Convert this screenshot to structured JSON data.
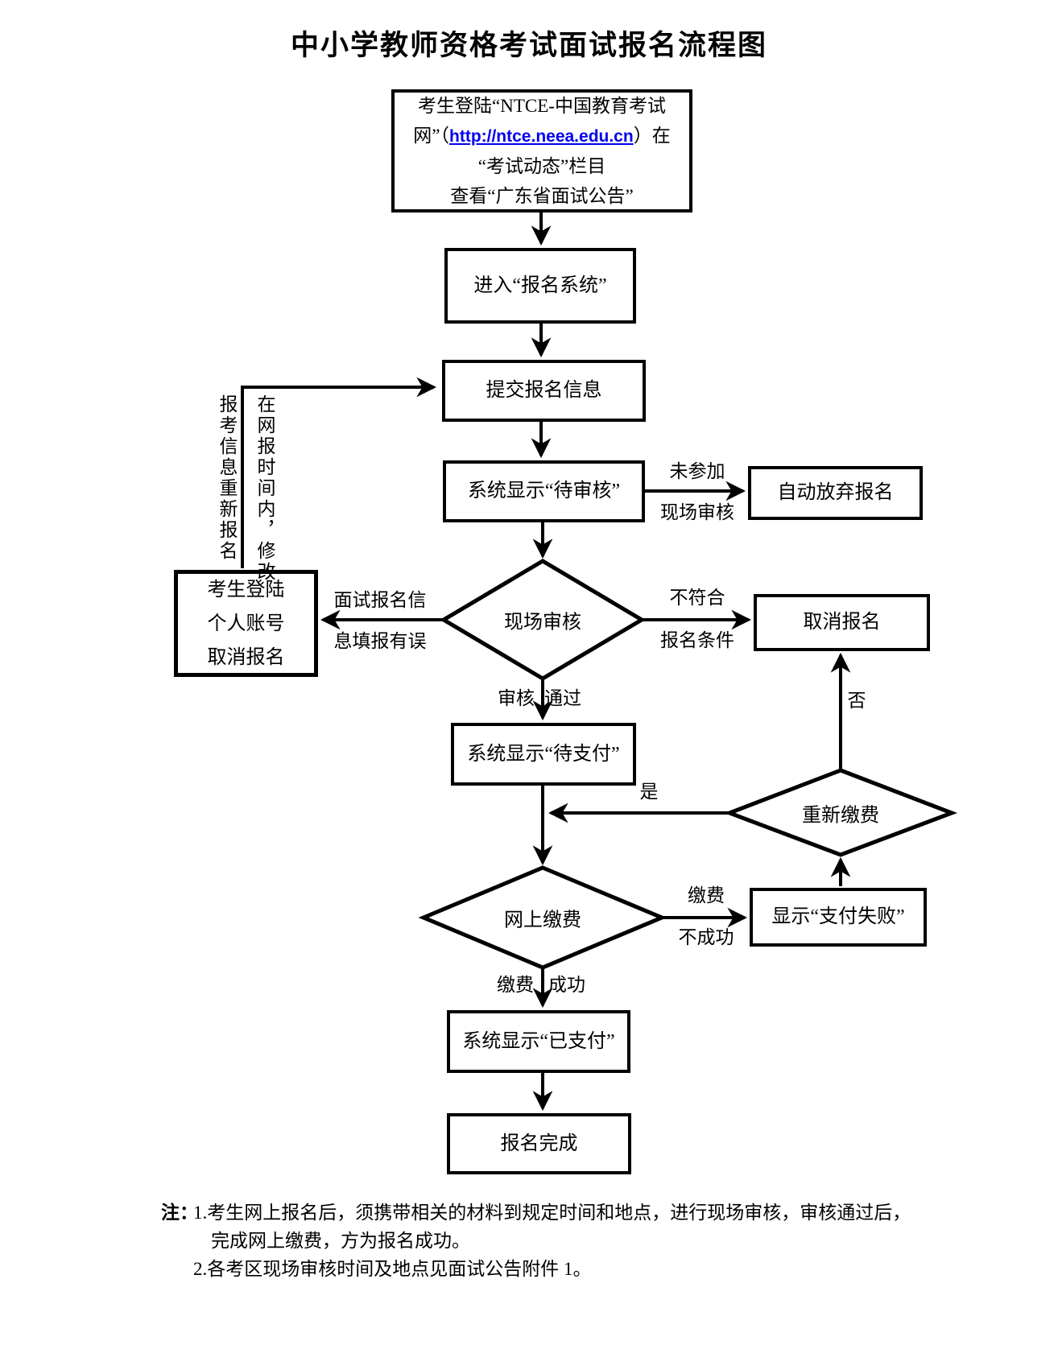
{
  "title": "中小学教师资格考试面试报名流程图",
  "nodes": {
    "start": {
      "line1": "考生登陆“NTCE-中国教育考试",
      "line2_prefix": "网”（",
      "link": "http://ntce.neea.edu.cn",
      "line2_suffix": "）在",
      "line3": "“考试动态”栏目",
      "line4": "查看“广东省面试公告”"
    },
    "enter_system": "进入“报名系统”",
    "submit_info": "提交报名信息",
    "pending_review": "系统显示“待审核”",
    "auto_abandon": "自动放弃报名",
    "onsite_review": "现场审核",
    "login_cancel": {
      "line1": "考生登陆",
      "line2": "个人账号",
      "line3": "取消报名"
    },
    "cancel": "取消报名",
    "pending_pay": "系统显示“待支付”",
    "repay": "重新缴费",
    "online_pay": "网上缴费",
    "pay_fail": "显示“支付失败”",
    "paid": "系统显示“已支付”",
    "done": "报名完成"
  },
  "edge_labels": {
    "no_onsite_1": "未参加",
    "no_onsite_2": "现场审核",
    "info_error_1": "面试报名信",
    "info_error_2": "息填报有误",
    "not_qualified_1": "不符合",
    "not_qualified_2": "报名条件",
    "review_pass_1": "审核",
    "review_pass_2": "通过",
    "yes": "是",
    "no": "否",
    "pay_fail_1": "缴费",
    "pay_fail_2": "不成功",
    "pay_ok_1": "缴费",
    "pay_ok_2": "成功",
    "vertical_left": "报考信息重新报名",
    "vertical_right": "在网报时间内，修改"
  },
  "notes": {
    "prefix": "注：",
    "line1": "1.考生网上报名后，须携带相关的材料到规定时间和地点，进行现场审核，审核通过后，",
    "line2": "完成网上缴费，方为报名成功。",
    "line3": "2.各考区现场审核时间及地点见面试公告附件 1。"
  },
  "colors": {
    "line": "#000000",
    "link_blue": "#0000EE",
    "background": "#FFFFFF"
  }
}
